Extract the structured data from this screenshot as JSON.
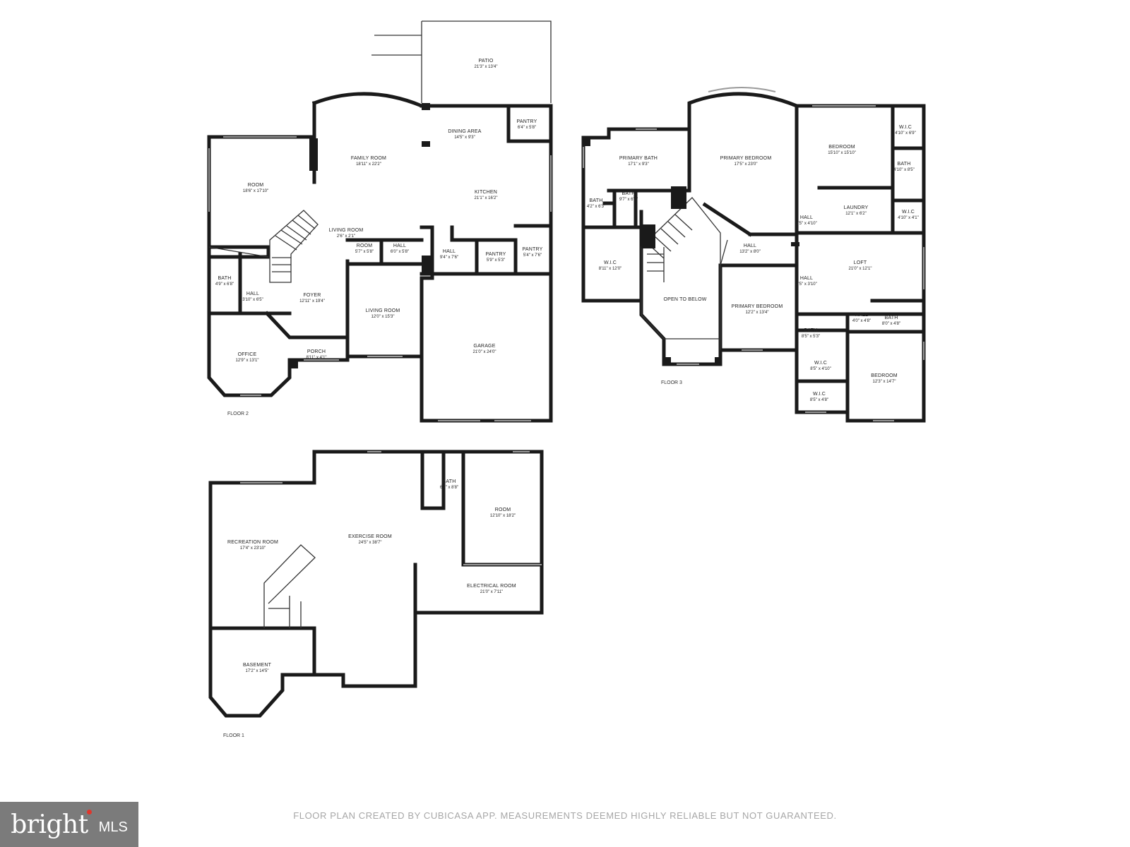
{
  "floors": [
    {
      "id": "floor2",
      "label": "FLOOR 2",
      "rooms": [
        {
          "name": "PATIO",
          "dims": "21'3\" x 13'4\""
        },
        {
          "name": "DINING AREA",
          "dims": "14'5\" x 9'3\""
        },
        {
          "name": "PANTRY",
          "dims": "6'4\" x 5'8\""
        },
        {
          "name": "FAMILY ROOM",
          "dims": "18'11\" x 22'2\""
        },
        {
          "name": "ROOM",
          "dims": "18'6\" x 17'10\""
        },
        {
          "name": "KITCHEN",
          "dims": "21'1\" x 16'2\""
        },
        {
          "name": "LIVING ROOM",
          "dims": "2'6\" x 2'1\""
        },
        {
          "name": "ROOM",
          "dims": "5'7\" x 5'8\""
        },
        {
          "name": "HALL",
          "dims": "6'0\" x 5'8\""
        },
        {
          "name": "HALL",
          "dims": "9'4\" x 7'6\""
        },
        {
          "name": "PANTRY",
          "dims": "5'9\" x 5'3\""
        },
        {
          "name": "PANTRY",
          "dims": "5'4\" x 7'6\""
        },
        {
          "name": "BATH",
          "dims": "4'9\" x 6'8\""
        },
        {
          "name": "HALL",
          "dims": "3'10\" x 6'5\""
        },
        {
          "name": "FOYER",
          "dims": "12'11\" x 19'4\""
        },
        {
          "name": "LIVING ROOM",
          "dims": "12'0\" x 15'3\""
        },
        {
          "name": "GARAGE",
          "dims": "21'0\" x 24'0\""
        },
        {
          "name": "OFFICE",
          "dims": "12'9\" x 13'1\""
        },
        {
          "name": "PORCH",
          "dims": "8'11\" x 4'1\""
        }
      ]
    },
    {
      "id": "floor3",
      "label": "FLOOR 3",
      "rooms": [
        {
          "name": "PRIMARY BATH",
          "dims": "17'1\" x 9'3\""
        },
        {
          "name": "PRIMARY BEDROOM",
          "dims": "17'5\" x 23'0\""
        },
        {
          "name": "BEDROOM",
          "dims": "15'10\" x 15'10\""
        },
        {
          "name": "W.I.C",
          "dims": "4'10\" x 6'9\""
        },
        {
          "name": "BATH",
          "dims": "4'10\" x 8'5\""
        },
        {
          "name": "BATH",
          "dims": "4'2\" x 6'3\""
        },
        {
          "name": "BATH",
          "dims": "9'7\" x 6'3\""
        },
        {
          "name": "LAUNDRY",
          "dims": "12'1\" x 6'2\""
        },
        {
          "name": "W.I.C",
          "dims": "4'10\" x 4'1\""
        },
        {
          "name": "HALL",
          "dims": "3'5\" x 4'10\""
        },
        {
          "name": "HALL",
          "dims": "13'2\" x 8'0\""
        },
        {
          "name": "W.I.C",
          "dims": "8'11\" x 12'0\""
        },
        {
          "name": "LOFT",
          "dims": "21'0\" x 12'1\""
        },
        {
          "name": "HALL",
          "dims": "3'5\" x 3'10\""
        },
        {
          "name": "OPEN TO BELOW",
          "dims": ""
        },
        {
          "name": "PRIMARY BEDROOM",
          "dims": "12'2\" x 13'4\""
        },
        {
          "name": "HALL",
          "dims": "4'0\" x 4'8\""
        },
        {
          "name": "BATH",
          "dims": "8'0\" x 4'8\""
        },
        {
          "name": "BATH",
          "dims": "8'5\" x 5'3\""
        },
        {
          "name": "W.I.C",
          "dims": "8'5\" x 4'10\""
        },
        {
          "name": "BEDROOM",
          "dims": "12'3\" x 14'7\""
        },
        {
          "name": "W.I.C",
          "dims": "8'5\" x 4'8\""
        }
      ]
    },
    {
      "id": "floor1",
      "label": "FLOOR 1",
      "rooms": [
        {
          "name": "BATH",
          "dims": "6'7\" x 8'8\""
        },
        {
          "name": "ROOM",
          "dims": "12'10\" x 18'2\""
        },
        {
          "name": "RECREATION ROOM",
          "dims": "17'4\" x 23'10\""
        },
        {
          "name": "EXERCISE ROOM",
          "dims": "24'5\" x 38'7\""
        },
        {
          "name": "ELECTRICAL ROOM",
          "dims": "21'0\" x 7'11\""
        },
        {
          "name": "BASEMENT",
          "dims": "17'2\" x 14'5\""
        }
      ]
    }
  ],
  "footer": "FLOOR PLAN CREATED BY CUBICASA APP. MEASUREMENTS DEEMED HIGHLY RELIABLE BUT NOT GUARANTEED.",
  "logo": {
    "word": "bright",
    "suffix": "MLS",
    "accent_color": "#e0352b",
    "background": "#7b7b7b"
  }
}
